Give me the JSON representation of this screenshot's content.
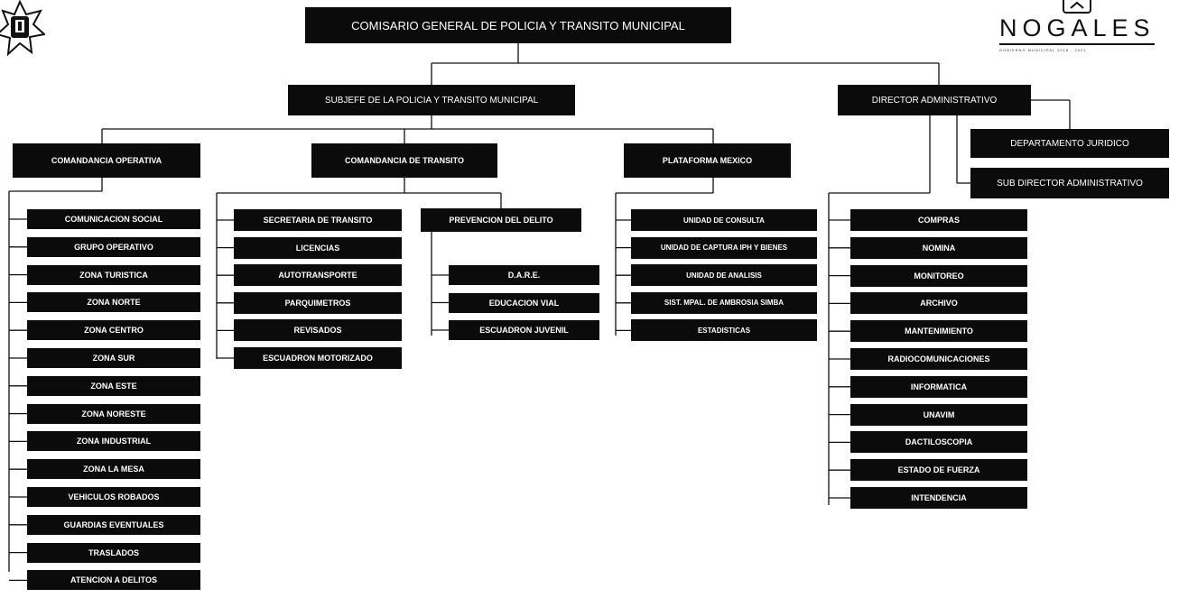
{
  "header": {
    "logo_left": "shield-star-icon",
    "brand_name": "NOGALES",
    "brand_tagline": "GOBIERNO MUNICIPAL 2018 - 2021"
  },
  "chart": {
    "root": "COMISARIO GENERAL DE POLICIA Y TRANSITO MUNICIPAL",
    "subjefe": "SUBJEFE DE LA POLICIA Y TRANSITO MUNICIPAL",
    "director": "DIRECTOR ADMINISTRATIVO",
    "juridico": "DEPARTAMENTO JURIDICO",
    "subdirector": "SUB DIRECTOR ADMINISTRATIVO",
    "comandancia_operativa": "COMANDANCIA OPERATIVA",
    "comandancia_transito": "COMANDANCIA DE TRANSITO",
    "plataforma": "PLATAFORMA MEXICO",
    "operativa_items": [
      "COMUNICACION SOCIAL",
      "GRUPO OPERATIVO",
      "ZONA TURISTICA",
      "ZONA NORTE",
      "ZONA CENTRO",
      "ZONA SUR",
      "ZONA ESTE",
      "ZONA NORESTE",
      "ZONA INDUSTRIAL",
      "ZONA LA MESA",
      "VEHICULOS ROBADOS",
      "GUARDIAS EVENTUALES",
      "TRASLADOS",
      "ATENCION A DELITOS"
    ],
    "transito_items": [
      "SECRETARIA DE TRANSITO",
      "LICENCIAS",
      "AUTOTRANSPORTE",
      "PARQUIMETROS",
      "REVISADOS",
      "ESCUADRON MOTORIZADO"
    ],
    "prevencion": "PREVENCION DEL DELITO",
    "prevencion_items": [
      "D.A.R.E.",
      "EDUCACION VIAL",
      "ESCUADRON JUVENIL"
    ],
    "plataforma_items": [
      "UNIDAD DE CONSULTA",
      "UNIDAD DE CAPTURA IPH Y BIENES",
      "UNIDAD DE ANALISIS",
      "SIST. MPAL. DE AMBROSIA SIMBA",
      "ESTADISTICAS"
    ],
    "admin_items": [
      "COMPRAS",
      "NOMINA",
      "MONITOREO",
      "ARCHIVO",
      "MANTENIMIENTO",
      "RADIOCOMUNICACIONES",
      "INFORMATICA",
      "UNAVIM",
      "DACTILOSCOPIA",
      "ESTADO DE FUERZA",
      "INTENDENCIA"
    ]
  }
}
